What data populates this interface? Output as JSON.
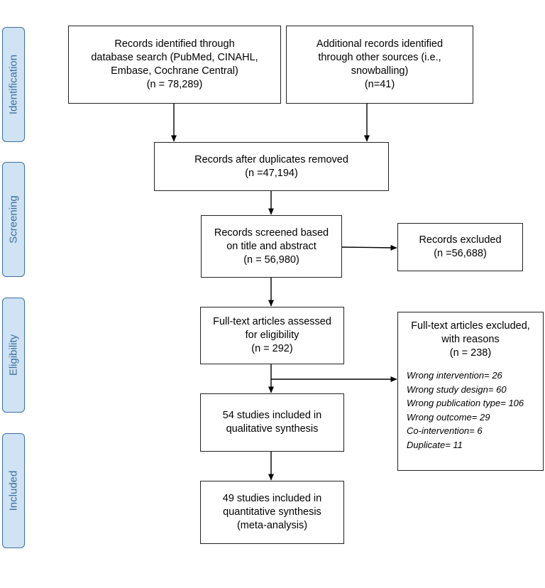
{
  "phases": {
    "identification": "Identification",
    "screening": "Screening",
    "eligibility": "Eligibility",
    "included": "Included"
  },
  "boxes": {
    "db_search": {
      "lines": [
        "Records identified through",
        "database search (PubMed, CINAHL,",
        "Embase, Cochrane Central)",
        "(n = 78,289)"
      ]
    },
    "other_sources": {
      "lines": [
        "Additional records identified",
        "through other sources (i.e.,",
        "snowballing)",
        "(n=41)"
      ]
    },
    "dedup": {
      "lines": [
        "Records after duplicates removed",
        "(n =47,194)"
      ]
    },
    "screened": {
      "lines": [
        "Records screened based",
        "on title and abstract",
        "(n = 56,980)"
      ]
    },
    "excluded": {
      "lines": [
        "Records excluded",
        "(n =56,688)"
      ]
    },
    "fulltext": {
      "lines": [
        "Full-text articles assessed",
        "for eligibility",
        "(n = 292)"
      ]
    },
    "fulltext_excluded": {
      "lines": [
        "Full-text articles excluded,",
        "with reasons",
        "(n = 238)"
      ],
      "reasons": [
        "Wrong intervention= 26",
        "Wrong study design= 60",
        "Wrong publication type= 106",
        "Wrong outcome= 29",
        "Co-intervention= 6",
        "Duplicate= 11"
      ]
    },
    "qualitative": {
      "lines": [
        "54 studies included in",
        "qualitative synthesis"
      ]
    },
    "quantitative": {
      "lines": [
        "49 studies included in",
        "quantitative synthesis",
        "(meta-analysis)"
      ]
    }
  }
}
